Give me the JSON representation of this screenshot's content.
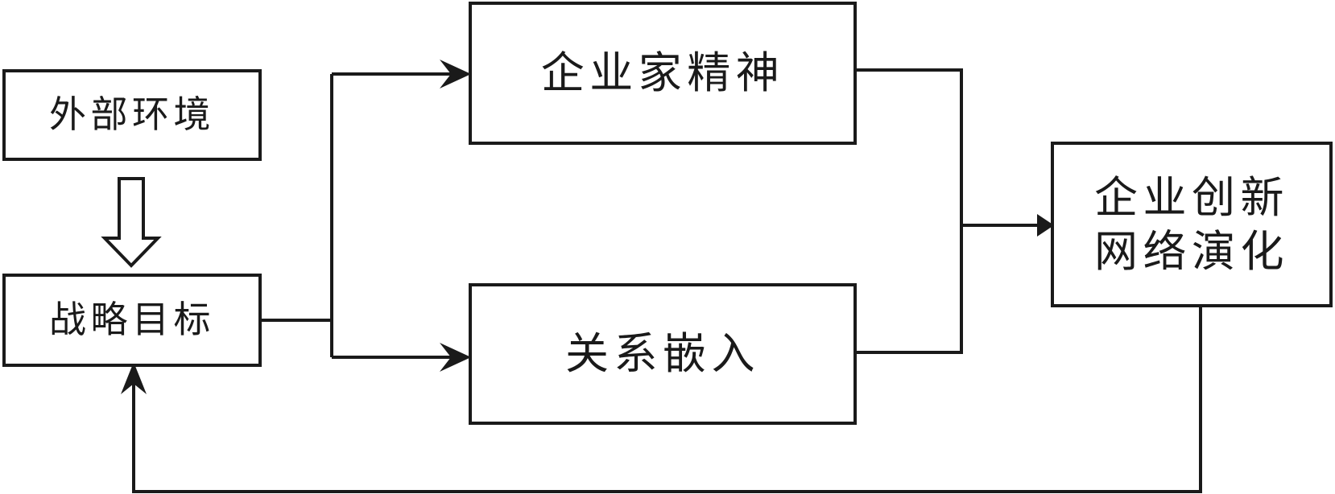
{
  "nodes": {
    "external_environment": "外部环境",
    "strategic_goal": "战略目标",
    "entrepreneurship": "企业家精神",
    "relational_embedding": "关系嵌入",
    "innovation_network": {
      "line1": "企业创新",
      "line2": "网络演化"
    }
  },
  "colors": {
    "line": "#1a1a1a",
    "background": "#ffffff"
  }
}
